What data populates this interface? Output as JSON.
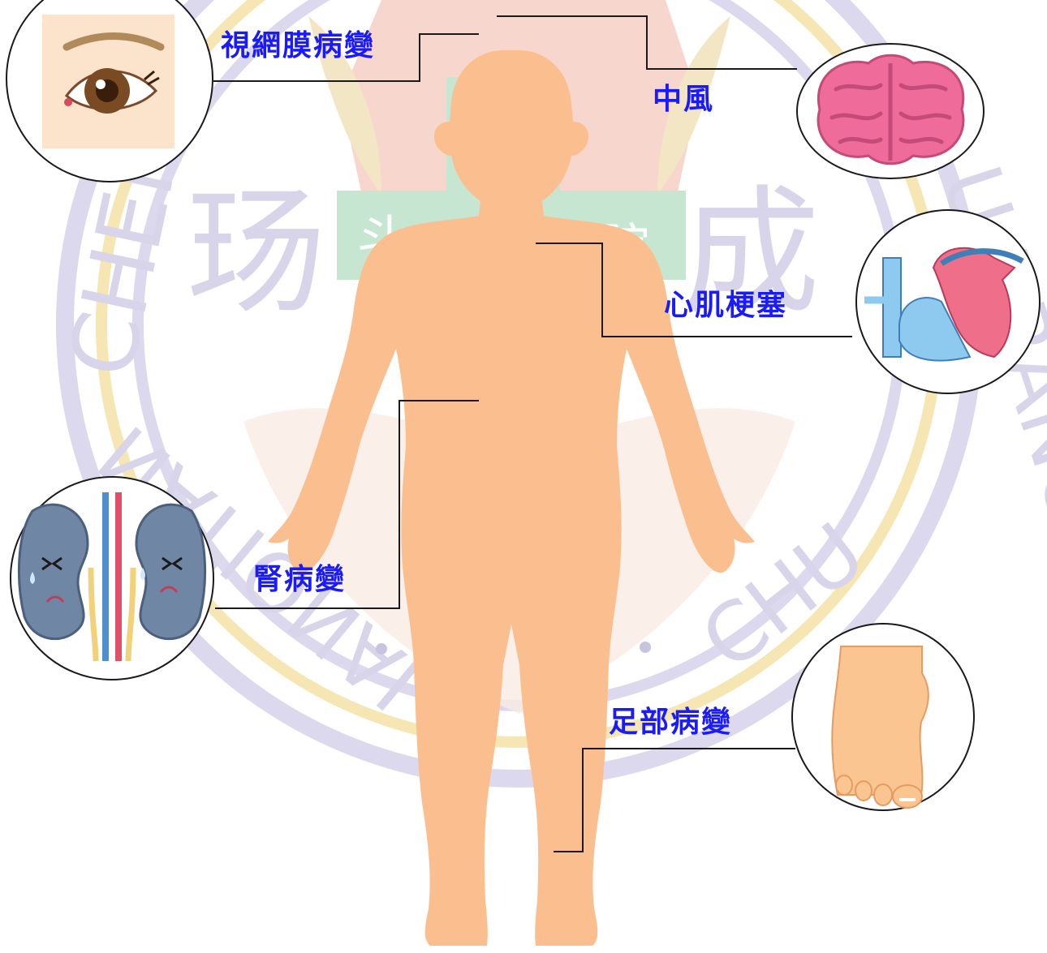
{
  "labels": {
    "retinopathy": "視網膜病變",
    "stroke": "中風",
    "myocardial_infarction": "心肌梗塞",
    "nephropathy": "腎病變",
    "foot_lesion": "足部病變"
  },
  "watermark": {
    "glyph_left": "玚",
    "glyph_right": "成",
    "latin_left": "CHENG",
    "latin_right": "U BRANCH",
    "latin_bottom_left": "NATIONAL",
    "latin_bottom_right": "CHU",
    "cross_text_left": "斗",
    "cross_text_right": "院"
  },
  "colors": {
    "label_text": "#1a1aff",
    "body_silhouette": "#fbbf8f",
    "leader_line": "#1a1a1a",
    "watermark_ring": "#d7d3ec",
    "watermark_gold": "#f6e8b8",
    "watermark_red": "#f5d0c6",
    "watermark_green": "#bfe3cc",
    "watermark_text": "#d9d5ea"
  },
  "icons": [
    "eye-icon",
    "brain-icon",
    "heart-icon",
    "kidney-icon",
    "foot-icon",
    "human-body-silhouette"
  ]
}
